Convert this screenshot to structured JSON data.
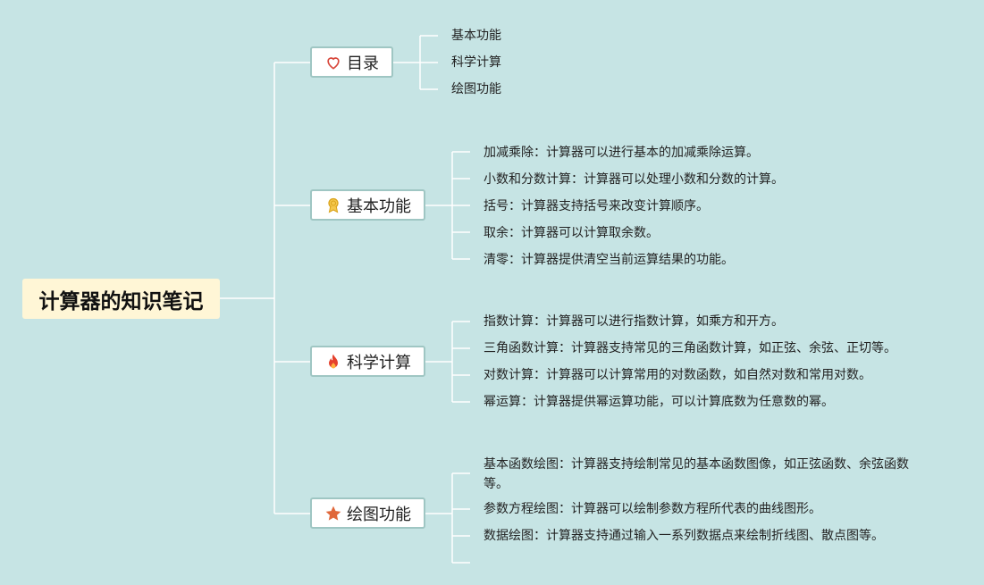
{
  "root": {
    "title": "计算器的知识笔记"
  },
  "branches": [
    {
      "label": "目录",
      "icon": "heart-icon",
      "items": [
        "基本功能",
        "科学计算",
        "绘图功能"
      ]
    },
    {
      "label": "基本功能",
      "icon": "award-medal-icon",
      "items": [
        "加减乘除：计算器可以进行基本的加减乘除运算。",
        "小数和分数计算：计算器可以处理小数和分数的计算。",
        "括号：计算器支持括号来改变计算顺序。",
        "取余：计算器可以计算取余数。",
        "清零：计算器提供清空当前运算结果的功能。"
      ]
    },
    {
      "label": "科学计算",
      "icon": "fire-icon",
      "items": [
        "指数计算：计算器可以进行指数计算，如乘方和开方。",
        "三角函数计算：计算器支持常见的三角函数计算，如正弦、余弦、正切等。",
        "对数计算：计算器可以计算常用的对数函数，如自然对数和常用对数。",
        "幂运算：计算器提供幂运算功能，可以计算底数为任意数的幂。"
      ]
    },
    {
      "label": "绘图功能",
      "icon": "star-icon",
      "items": [
        "基本函数绘图：计算器支持绘制常见的基本函数图像，如正弦函数、余弦函数等。",
        "参数方程绘图：计算器可以绘制参数方程所代表的曲线图形。",
        "数据绘图：计算器支持通过输入一系列数据点来绘制折线图、散点图等。"
      ]
    }
  ],
  "colors": {
    "background": "#c6e4e4",
    "line": "#ffffff",
    "branch_border": "#9fc6c3",
    "root_bg": "#fff6d6"
  }
}
